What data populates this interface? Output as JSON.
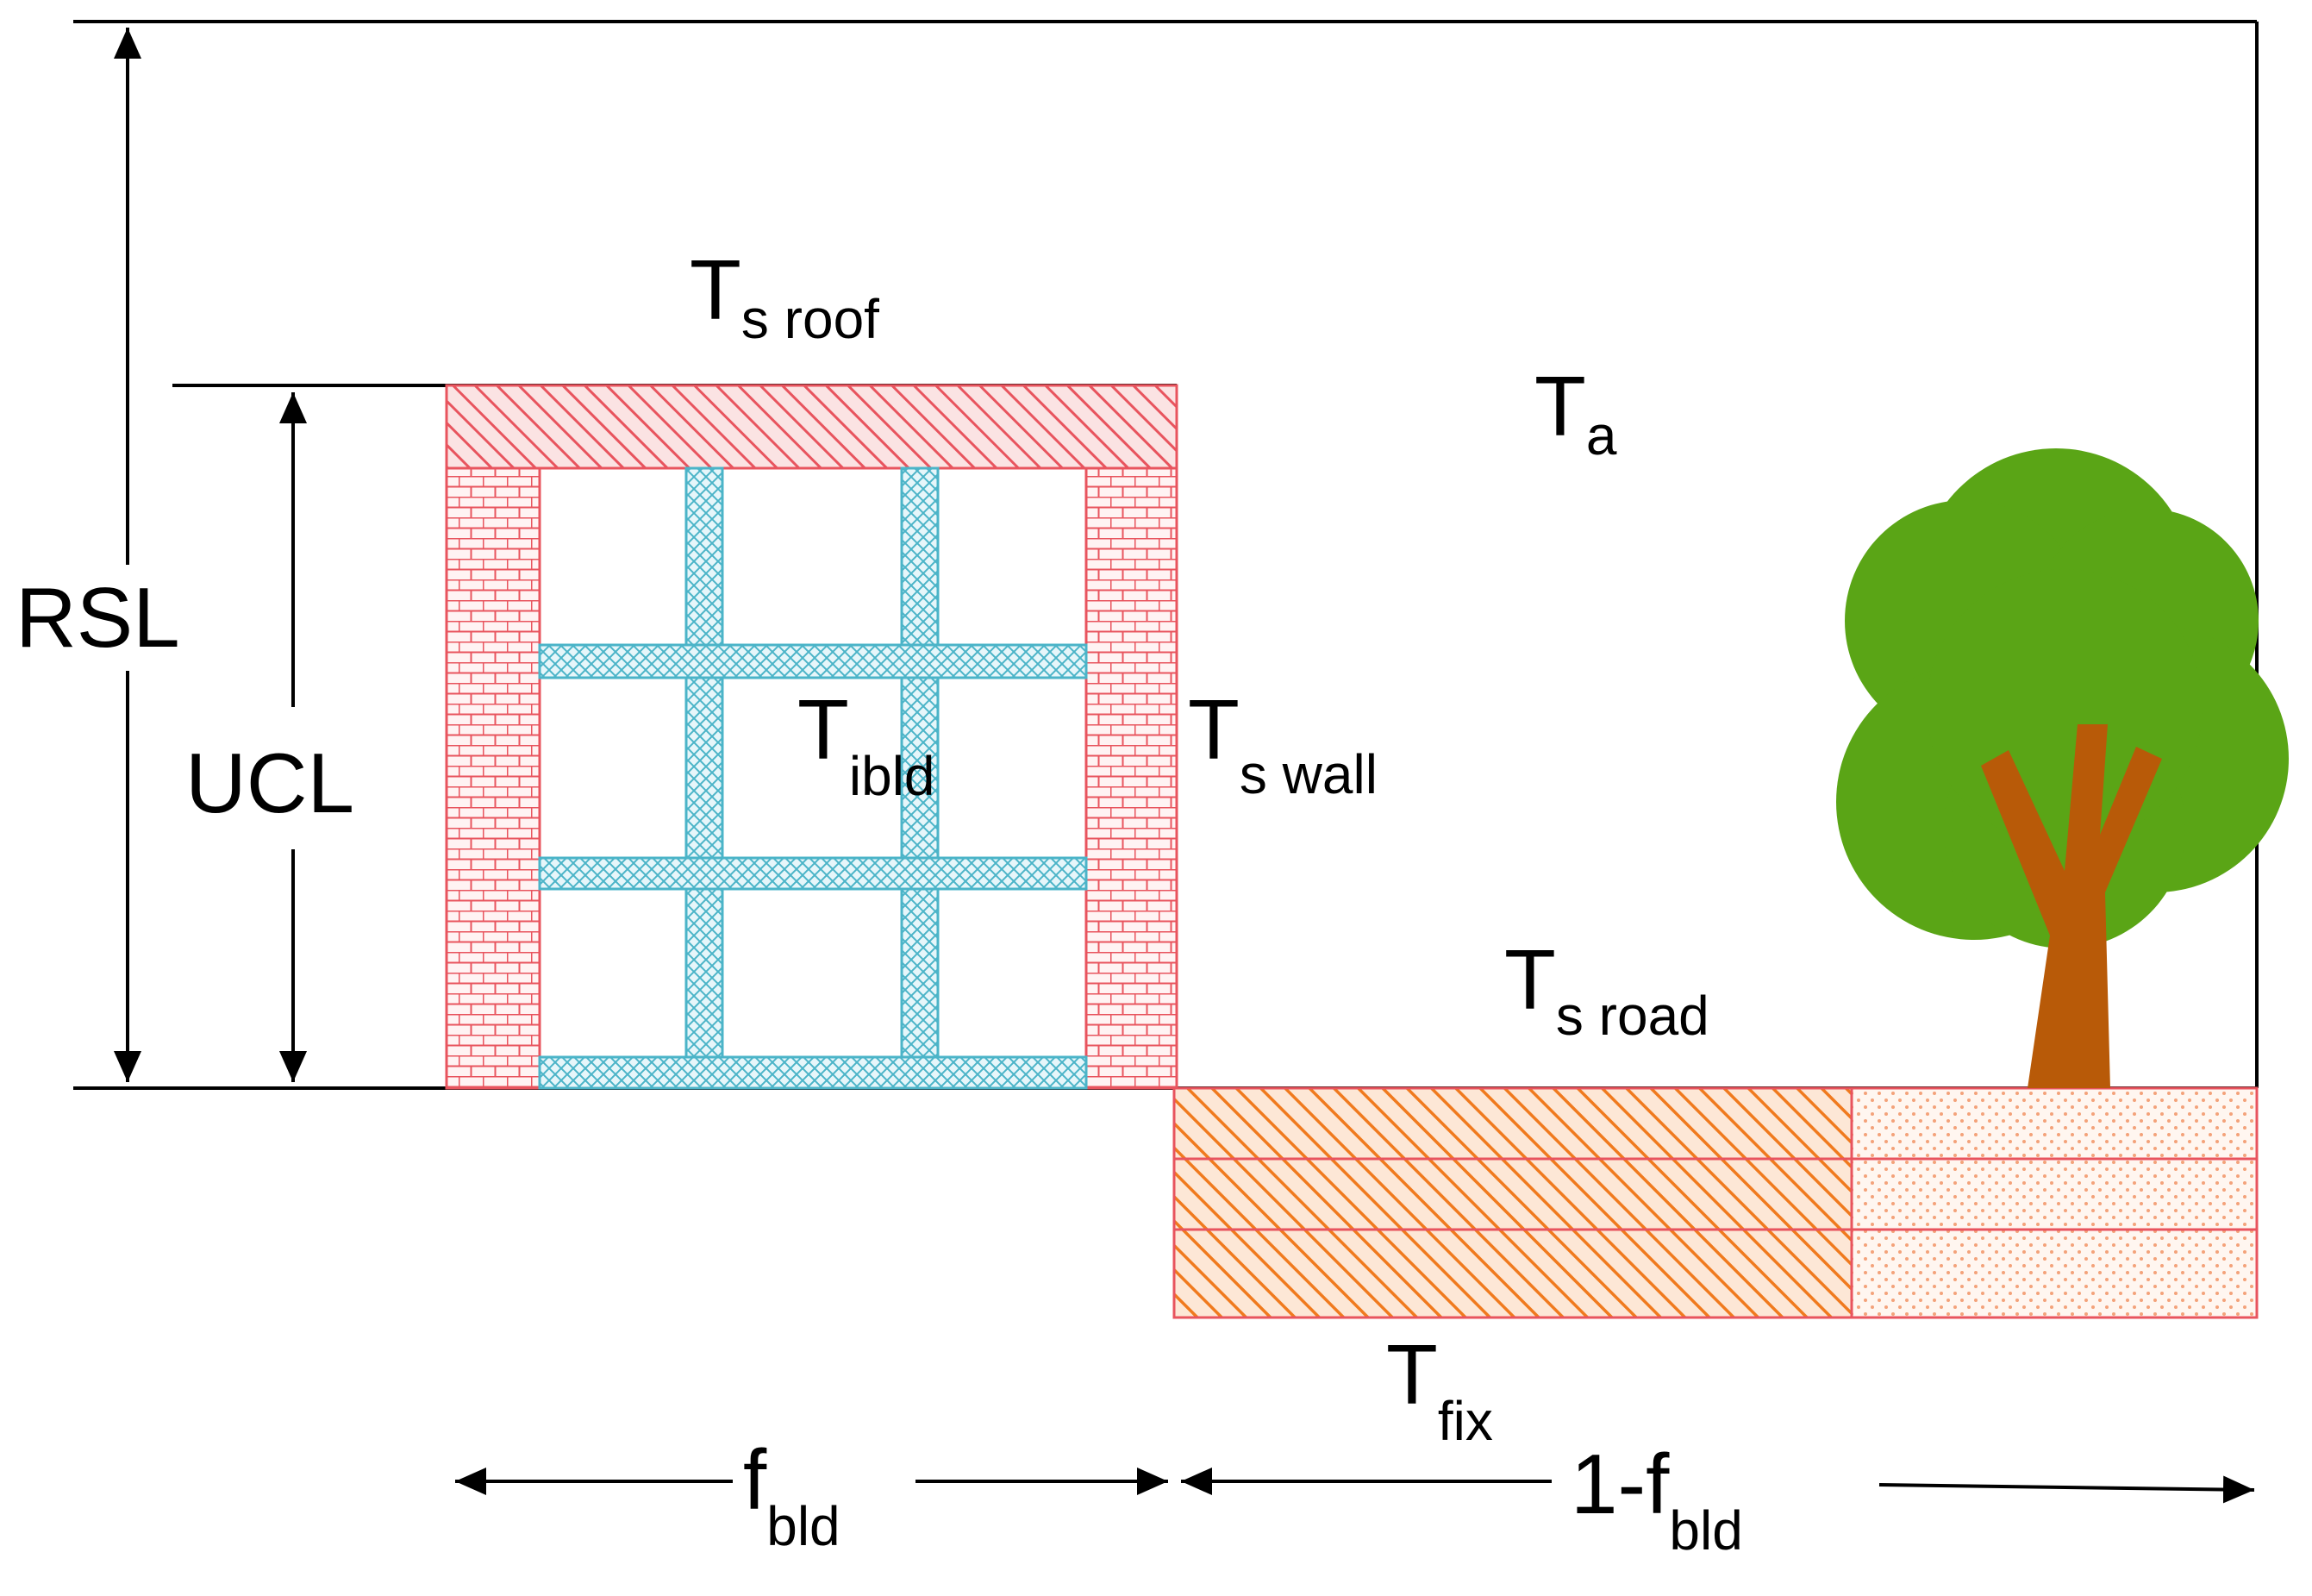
{
  "labels": {
    "rsl": "RSL",
    "ucl": "UCL",
    "t_air": {
      "main": "T",
      "sub": "a"
    },
    "t_roof": {
      "main": "T",
      "sub": "s roof"
    },
    "t_wall": {
      "main": "T",
      "sub": "s wall"
    },
    "t_interior": {
      "main": "T",
      "sub": "ibld"
    },
    "t_road": {
      "main": "T",
      "sub": "s road"
    },
    "t_fix": {
      "main": "T",
      "sub": "fix"
    },
    "f_bld": {
      "main": "f",
      "sub": "bld"
    },
    "one_minus_f_bld": {
      "main": "1-f",
      "sub": "bld"
    }
  },
  "colors": {
    "building": "#e8545e",
    "interior_frame": "#4bb4c8",
    "road": "#f07a1e",
    "soil": "#f4a27a",
    "tree_leaves": "#5aa516",
    "tree_trunk": "#b85a08",
    "lines": "#000000"
  }
}
